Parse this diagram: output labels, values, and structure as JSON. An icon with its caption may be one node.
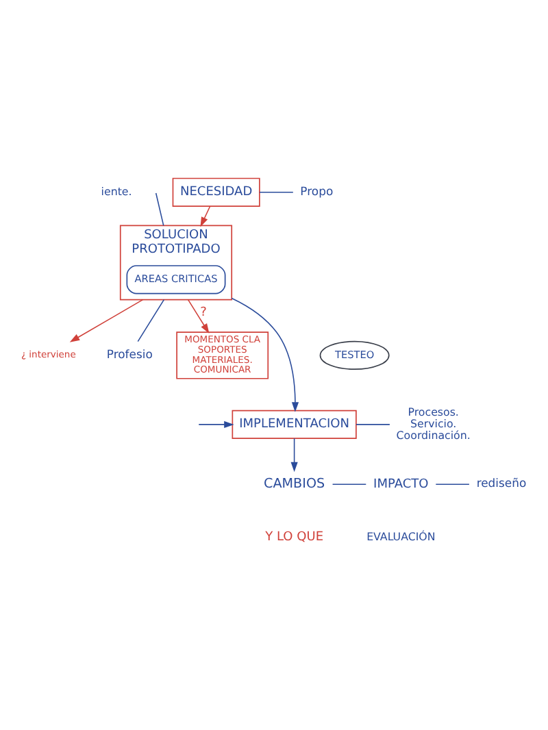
{
  "diagram": {
    "nodes": [
      {
        "text": [
          "NECESIDAD"
        ]
      },
      {
        "text": [
          "Propo"
        ]
      },
      {
        "text": [
          "¿ interviene"
        ]
      },
      {
        "text": [
          "SOLUCION",
          "PROTOTIPADO"
        ]
      },
      {
        "text": [
          "AREAS CRITICAS"
        ],
        "in": 3
      },
      {
        "text": [
          "Profesio"
        ]
      },
      {
        "text": [
          "MOMENTOS CLA",
          "SOPORTES",
          "MATERIALES.",
          "COMUNICAR"
        ]
      },
      {
        "text": [
          "TESTEO"
        ]
      },
      {
        "text": [
          "IMPLEMENTACION"
        ]
      },
      {
        "text": [
          "Procesos.",
          "Servicio.",
          "Coordinación."
        ]
      },
      {
        "text": [
          "CAMBIOS"
        ]
      },
      {
        "text": [
          "IMPACTO"
        ]
      },
      {
        "text": [
          "rediseño"
        ]
      }
    ],
    "edges": [
      {
        "from": 0,
        "to": 3,
        "arrow": "to",
        "color": "#d0413a"
      },
      {
        "from": 0,
        "to": 1,
        "arrow": "none"
      },
      {
        "from": null,
        "to": 3,
        "arrow": "none"
      },
      {
        "from": 3,
        "to": 2,
        "arrow": "to",
        "color": "#d0413a"
      },
      {
        "from": 3,
        "to": 5,
        "arrow": "none"
      },
      {
        "from": 3,
        "to": 6,
        "arrow": "to",
        "label": "?",
        "color": "#d0413a"
      },
      {
        "from": 3,
        "to": 8,
        "arrow": "to"
      },
      {
        "from": null,
        "to": 8,
        "arrow": "to"
      },
      {
        "from": 8,
        "to": 9,
        "arrow": "none"
      },
      {
        "from": 8,
        "to": 10,
        "arrow": "to"
      },
      {
        "from": 10,
        "to": 11,
        "arrow": "none"
      },
      {
        "from": 11,
        "to": 12,
        "arrow": "none"
      }
    ],
    "labels": [
      "iente.",
      "EVALUACIÓN",
      "Y LO QUE"
    ]
  }
}
